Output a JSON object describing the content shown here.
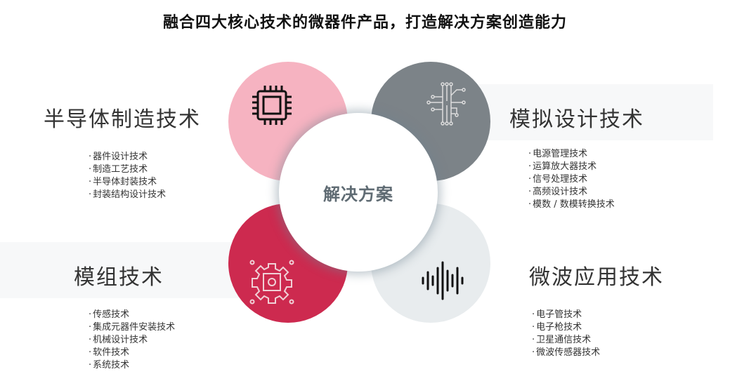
{
  "title": "融合四大核心技术的微器件产品，打造解决方案创造能力",
  "center": "解决方案",
  "colors": {
    "semiconductor": "#f6b3c1",
    "analog": "#7c8388",
    "module": "#cd2a4f",
    "microwave": "#e8ecee"
  },
  "sections": {
    "semiconductor": {
      "heading": "半导体制造技术",
      "icon": "cpu-chip-icon",
      "items": [
        "器件设计技术",
        "制造工艺技术",
        "半导体封装技术",
        "封装结构设计技术"
      ]
    },
    "analog": {
      "heading": "模拟设计技术",
      "icon": "circuit-icon",
      "items": [
        "电源管理技术",
        "运算放大器技术",
        "信号处理技术",
        "高频设计技术",
        "模数 / 数模转换技术"
      ]
    },
    "module": {
      "heading": "模组技术",
      "icon": "gear-chip-icon",
      "items": [
        "传感技术",
        "集成元器件安装技术",
        "机械设计技术",
        "软件技术",
        "系统技术"
      ]
    },
    "microwave": {
      "heading": "微波应用技术",
      "icon": "sound-wave-icon",
      "items": [
        "电子管技术",
        "电子枪技术",
        "卫星通信技术",
        "微波传感器技术"
      ]
    }
  }
}
